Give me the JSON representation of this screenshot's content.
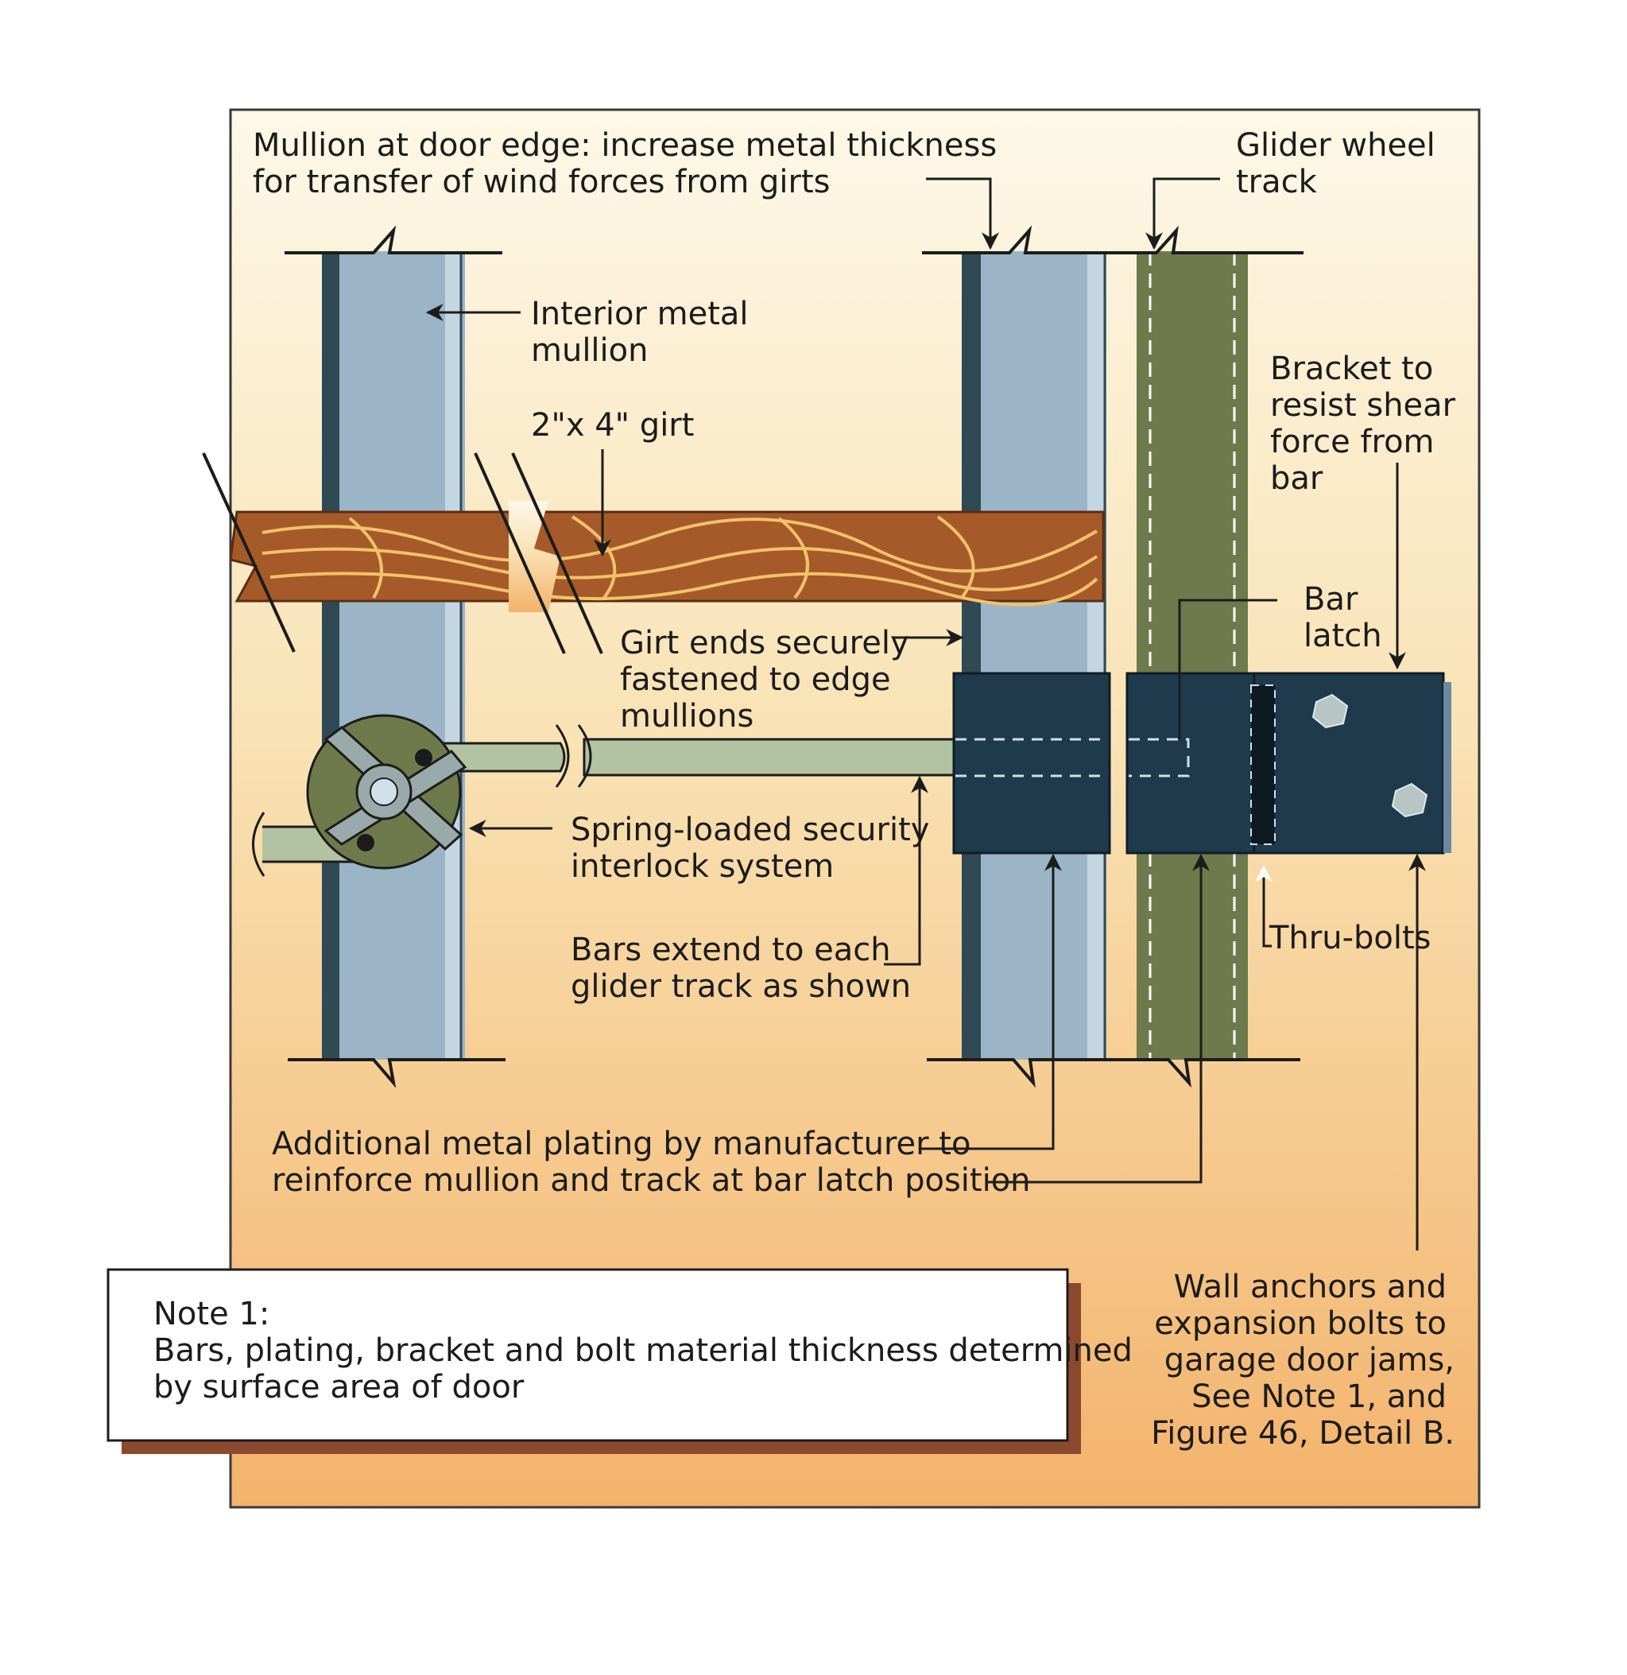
{
  "labels": {
    "mullion_edge": [
      "Mullion at door edge: increase metal thickness",
      "for transfer of wind forces from girts"
    ],
    "glider_track": [
      "Glider wheel",
      "track"
    ],
    "interior_mullion": [
      "Interior metal",
      "mullion"
    ],
    "girt": [
      "2\"x 4\" girt"
    ],
    "bracket": [
      "Bracket to",
      "resist shear",
      "force from",
      "bar"
    ],
    "bar_latch": [
      "Bar",
      "latch"
    ],
    "girt_ends": [
      "Girt ends securely",
      "fastened to edge",
      "mullions"
    ],
    "interlock": [
      "Spring-loaded security",
      "interlock system"
    ],
    "bars_extend": [
      "Bars extend to each",
      "glider track as shown"
    ],
    "thru_bolts": [
      "Thru-bolts"
    ],
    "plating": [
      "Additional metal plating by manufacturer to",
      "reinforce mullion and track at bar latch position"
    ],
    "wall_anchors": [
      "Wall anchors and",
      "expansion bolts to",
      "garage door jams,",
      "See Note 1, and",
      "Figure 46, Detail B."
    ]
  },
  "note": {
    "title": "Note 1:",
    "lines": [
      "Bars, plating, bracket and bolt material thickness determined",
      "by surface area of door"
    ]
  },
  "colors": {
    "panel_top": "#fdf8e8",
    "panel_bottom": "#f3b36c",
    "mullion_fill": "#9bb5c6",
    "mullion_dark": "#2f4955",
    "track_fill": "#6e7a4c",
    "plate_fill": "#1e3a4c",
    "bar_fill": "#b4c2a4",
    "girt_fill": "#a65a2a",
    "grain": "#f2c26a",
    "note_shadow": "#8b4a30"
  }
}
